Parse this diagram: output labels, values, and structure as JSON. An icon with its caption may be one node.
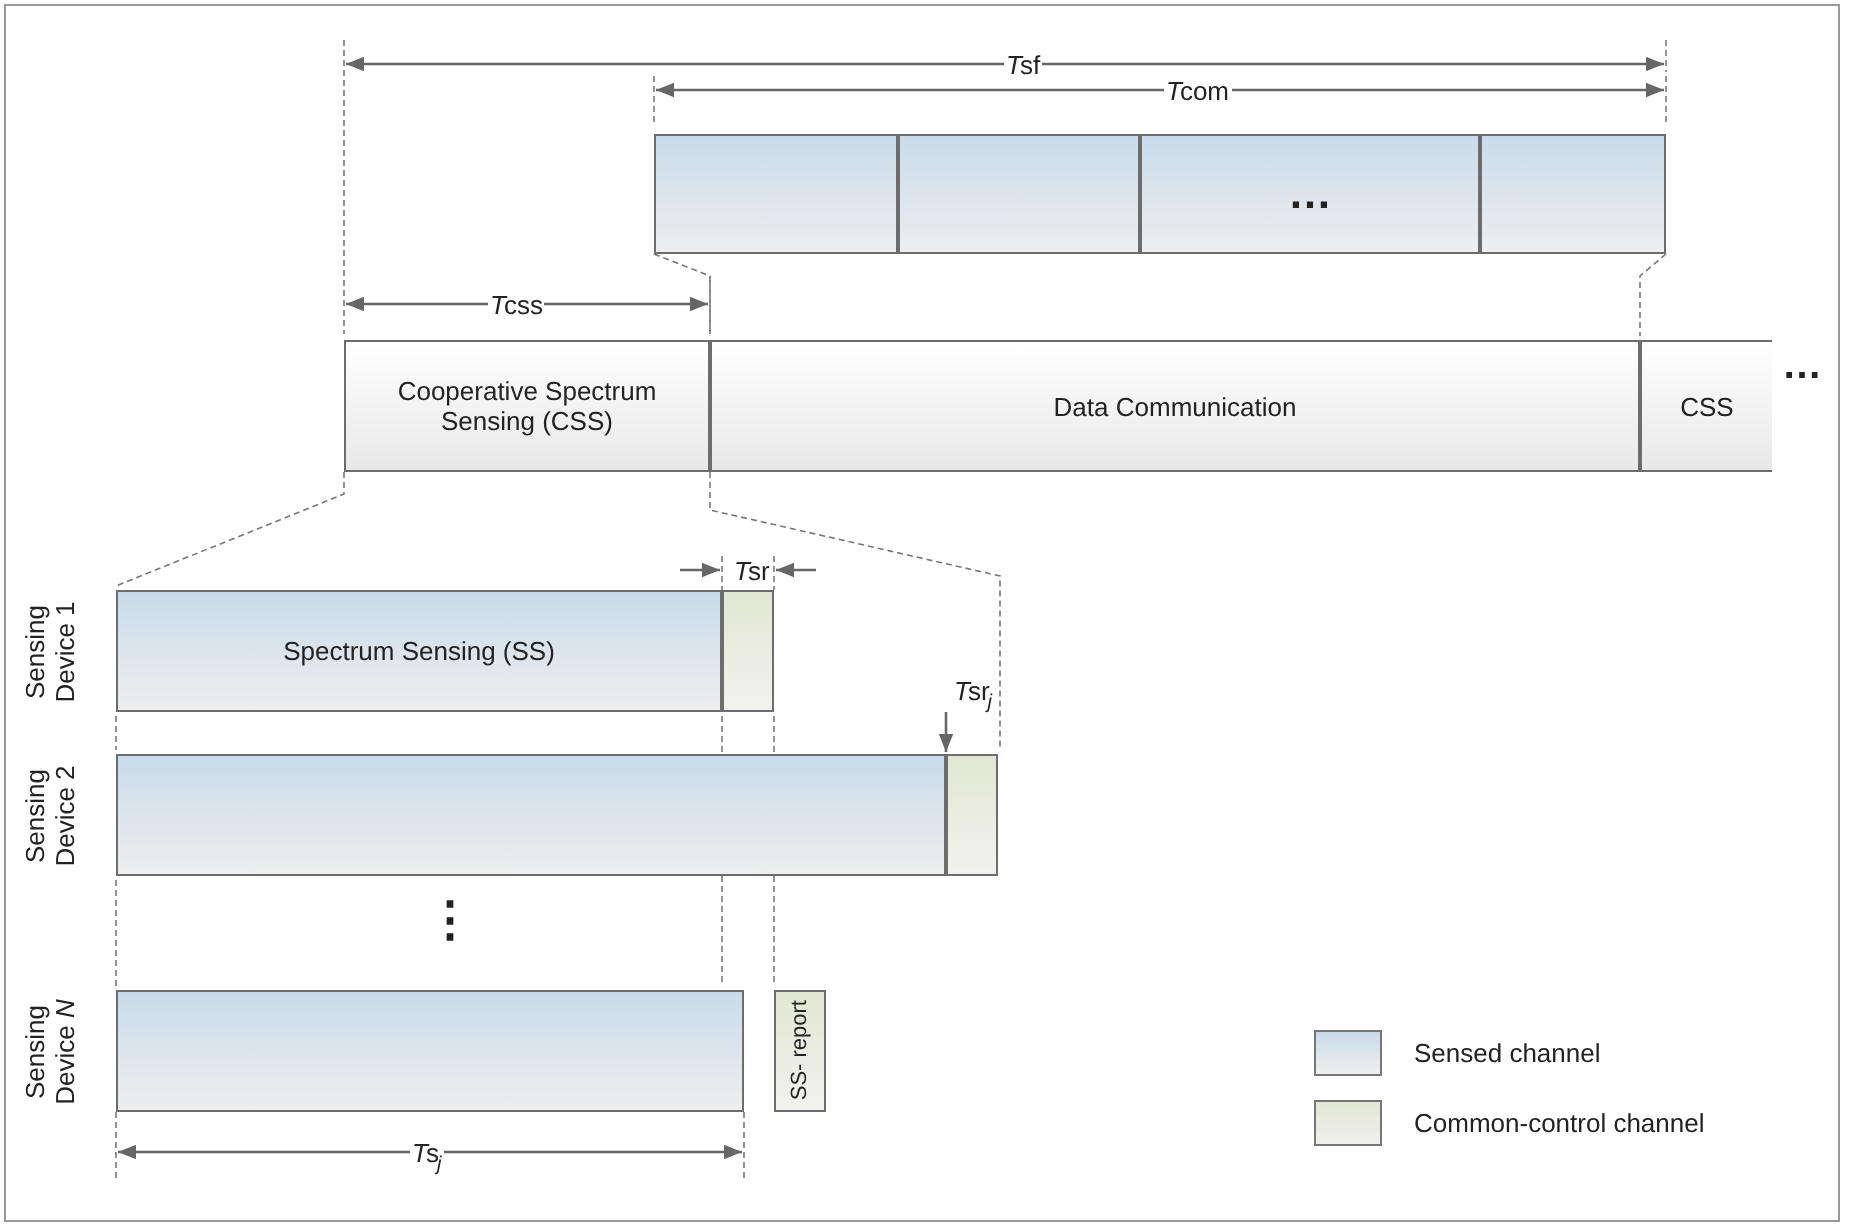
{
  "diagram": {
    "nodes": [
      {
        "text": [],
        "shape": "box"
      },
      {
        "text": [],
        "shape": "box"
      },
      {
        "text": [
          "…"
        ]
      },
      {
        "text": [],
        "shape": "box"
      },
      {
        "text": [
          "Cooperative Spectrum Sensing (CSS)"
        ]
      },
      {
        "text": [
          "Data Communication"
        ]
      },
      {
        "text": [
          "CSS"
        ],
        "beside": [
          "…"
        ]
      },
      {
        "text": [
          "Spectrum Sensing (SS)"
        ]
      },
      {
        "text": [],
        "shape": "box"
      },
      {
        "text": [],
        "shape": "box"
      },
      {
        "text": [],
        "shape": "box"
      },
      {
        "text": [],
        "shape": "box"
      },
      {
        "text": [
          "SS- report"
        ]
      }
    ],
    "labels": [
      "Tsf",
      "Tcom",
      "Tcss",
      "Tsr",
      "Sensing Device 1",
      "Tsr$_{j}$",
      "Sensing Device 2",
      "⋮",
      "Sensing Device *N*",
      "Ts$_{j}$"
    ],
    "legend": [
      {
        "text": "Sensed channel",
        "color": "#c9dbea"
      },
      {
        "text": "Common-control channel",
        "color": "#e2e7d3"
      }
    ]
  }
}
